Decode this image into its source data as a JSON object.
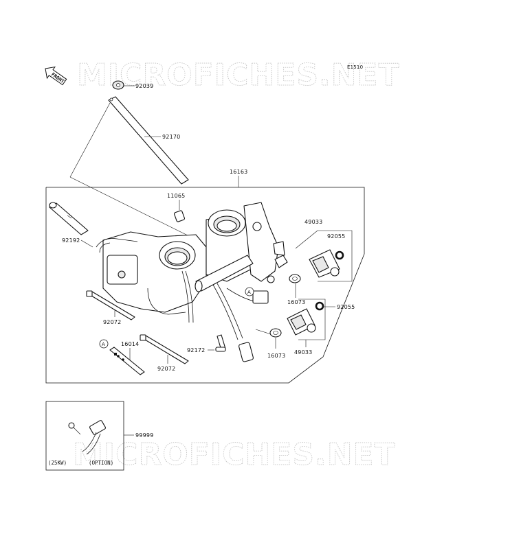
{
  "watermark": "MICROFICHES.NET",
  "diagram_code": "E1510",
  "front_label": "FRONT",
  "circle_ref": "A",
  "option_labels": {
    "left": "(25KW)",
    "right": "(OPTION)"
  },
  "parts": {
    "p92039": "92039",
    "p92170": "92170",
    "p16163": "16163",
    "p11065": "11065",
    "p92192": "92192",
    "p49033a": "49033",
    "p92055a": "92055",
    "p16073a": "16073",
    "p92055b": "92055",
    "p92072a": "92072",
    "p16014": "16014",
    "p92172": "92172",
    "p16073b": "16073",
    "p49033b": "49033",
    "p92072b": "92072",
    "p99999": "99999"
  }
}
